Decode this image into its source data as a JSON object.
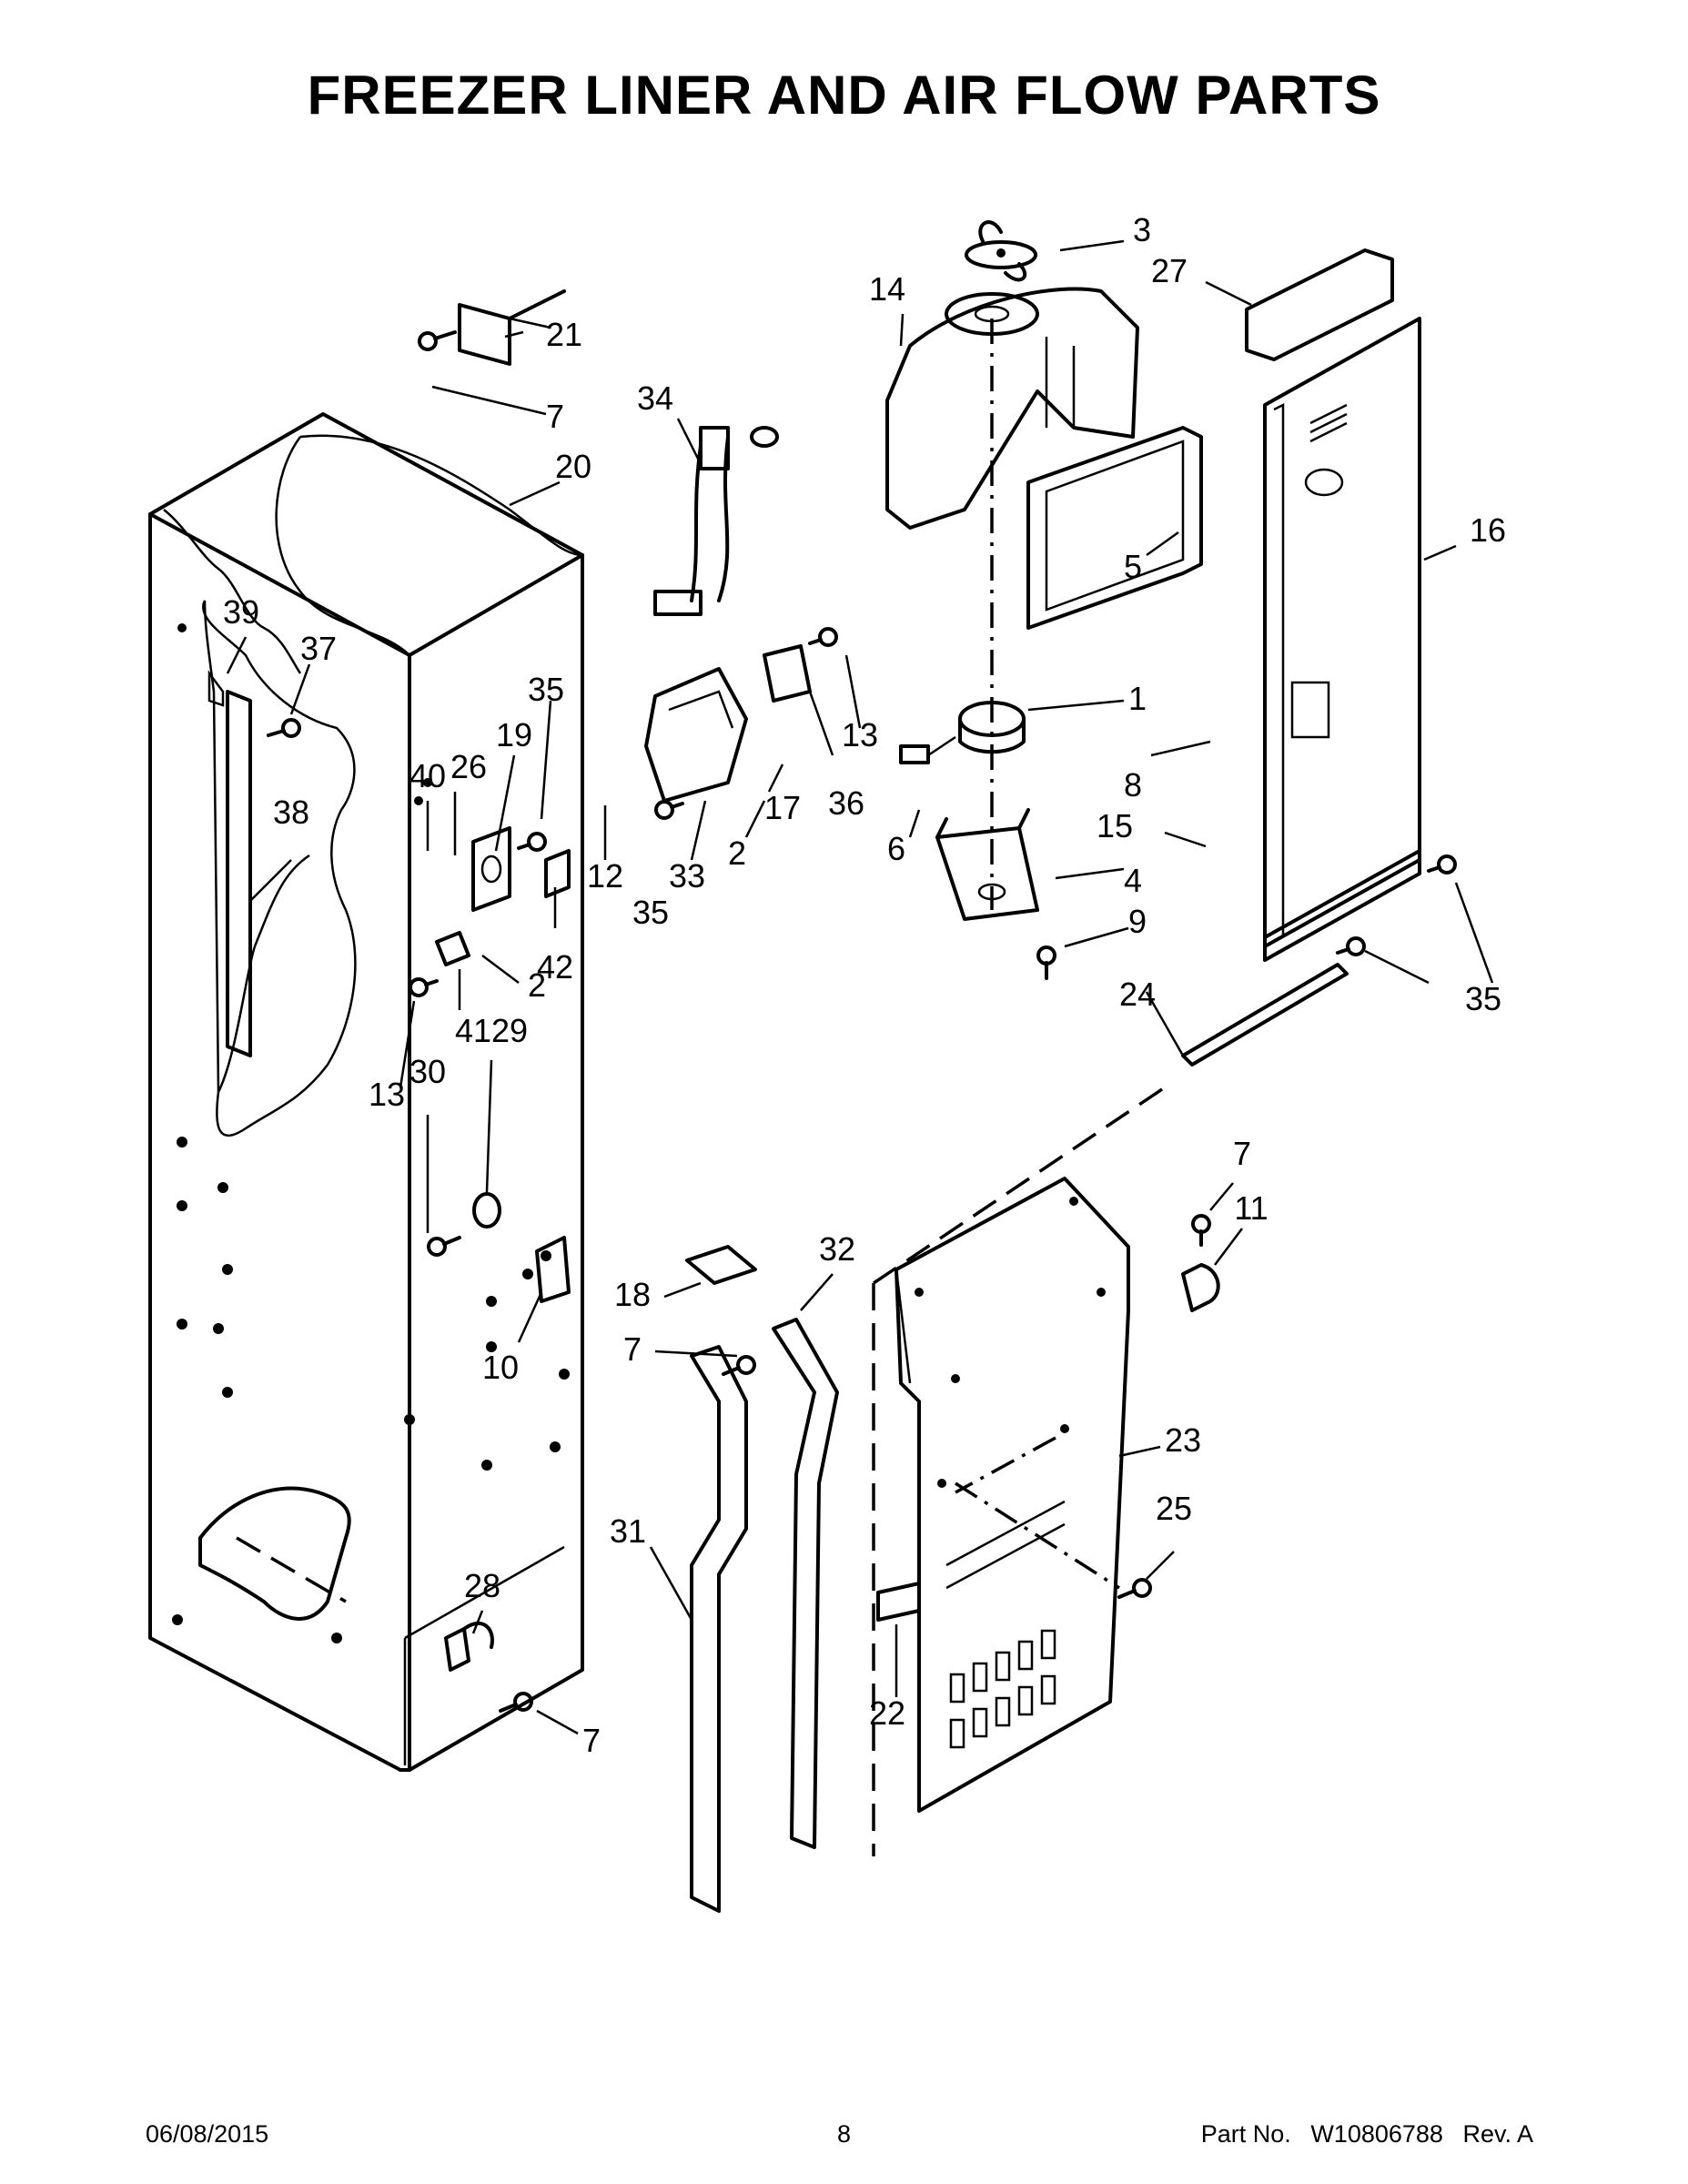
{
  "page": {
    "title": "FREEZER LINER AND AIR FLOW PARTS"
  },
  "footer": {
    "date": "06/08/2015",
    "page_number": "8",
    "part_label": "Part No.",
    "part_number": "W10806788",
    "revision": "Rev. A"
  },
  "callouts": [
    "3",
    "27",
    "14",
    "21",
    "7",
    "34",
    "20",
    "5",
    "16",
    "39",
    "37",
    "35",
    "13",
    "1",
    "36",
    "40",
    "26",
    "19",
    "38",
    "17",
    "8",
    "15",
    "12",
    "33",
    "2",
    "6",
    "4",
    "35",
    "42",
    "9",
    "35",
    "2",
    "29",
    "41",
    "24",
    "13",
    "30",
    "7",
    "11",
    "32",
    "18",
    "7",
    "10",
    "23",
    "25",
    "31",
    "28",
    "22",
    "7"
  ]
}
